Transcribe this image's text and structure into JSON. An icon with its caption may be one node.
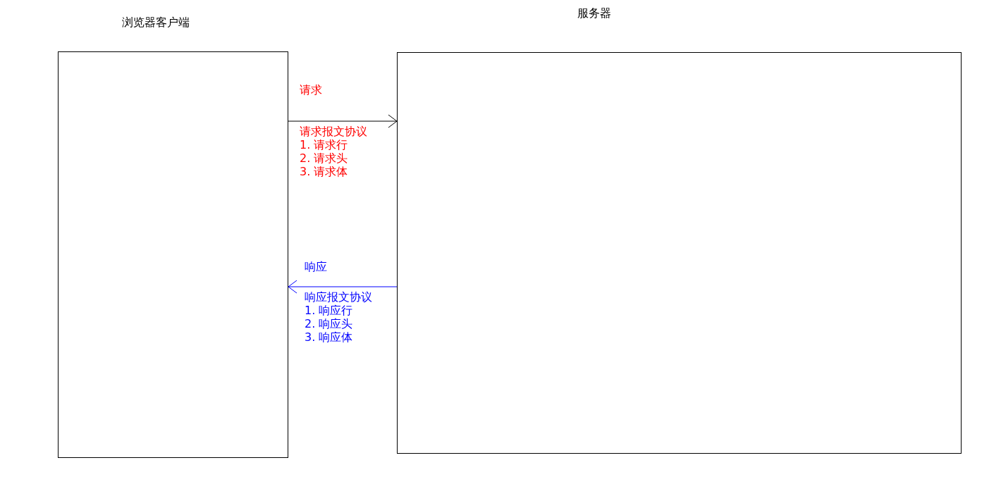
{
  "diagram": {
    "nodes": [
      {
        "text": [
          "浏览器客户端"
        ]
      },
      {
        "text": [
          "服务器"
        ]
      }
    ],
    "edges": [
      {
        "from": 0,
        "to": 1,
        "arrow": "to",
        "label": "请求"
      },
      {
        "from": 1,
        "to": 0,
        "arrow": "to",
        "label": "响应",
        "color": "#0000ff"
      }
    ],
    "labels": [
      "请求报文协议",
      "1. 请求行",
      "2. 请求头",
      "3. 请求体",
      "响应报文协议",
      "1. 响应行",
      "2. 响应头",
      "3. 响应体"
    ]
  }
}
